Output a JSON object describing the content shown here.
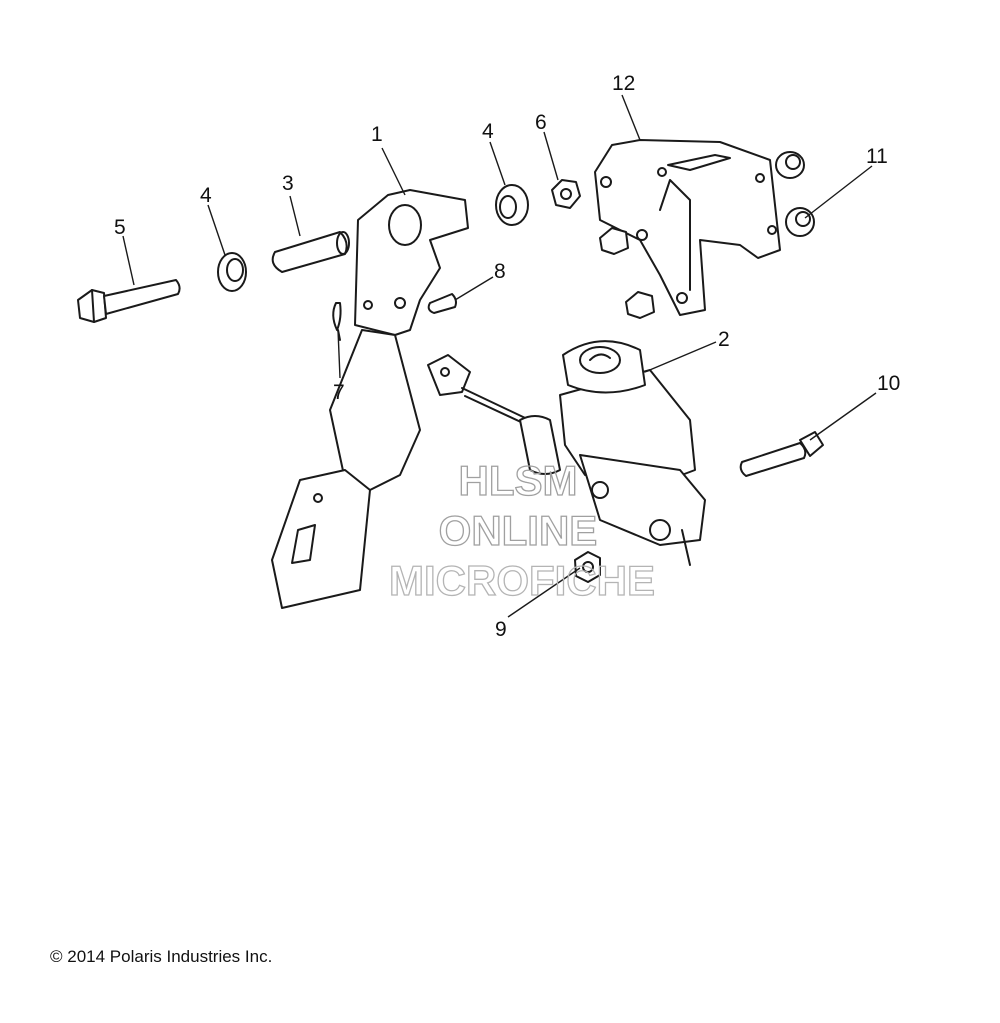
{
  "callouts": [
    {
      "id": "1",
      "label": "1"
    },
    {
      "id": "2",
      "label": "2"
    },
    {
      "id": "3",
      "label": "3"
    },
    {
      "id": "4a",
      "label": "4"
    },
    {
      "id": "4b",
      "label": "4"
    },
    {
      "id": "5",
      "label": "5"
    },
    {
      "id": "6",
      "label": "6"
    },
    {
      "id": "7",
      "label": "7"
    },
    {
      "id": "8",
      "label": "8"
    },
    {
      "id": "9",
      "label": "9"
    },
    {
      "id": "10",
      "label": "10"
    },
    {
      "id": "11",
      "label": "11"
    },
    {
      "id": "12",
      "label": "12"
    }
  ],
  "watermark": {
    "line1": "HLSM",
    "line2": "ONLINE",
    "line3": "MICROFICHE",
    "color": "#a0a0a0"
  },
  "copyright": "© 2014 Polaris Industries Inc."
}
